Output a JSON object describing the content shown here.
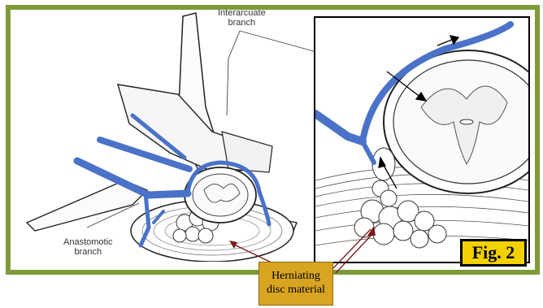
{
  "labels": {
    "interarcuate": [
      "Interarcuate",
      "branch"
    ],
    "anastomotic": [
      "Anastomotic",
      "branch"
    ]
  },
  "callout": [
    "Herniating",
    "disc material"
  ],
  "figure_tag": "Fig. 2",
  "colors": {
    "frame": "#7e9a3a",
    "vessel": "#4a72c8",
    "callout_bg": "#d9a521",
    "tag_bg": "#f1d200"
  }
}
